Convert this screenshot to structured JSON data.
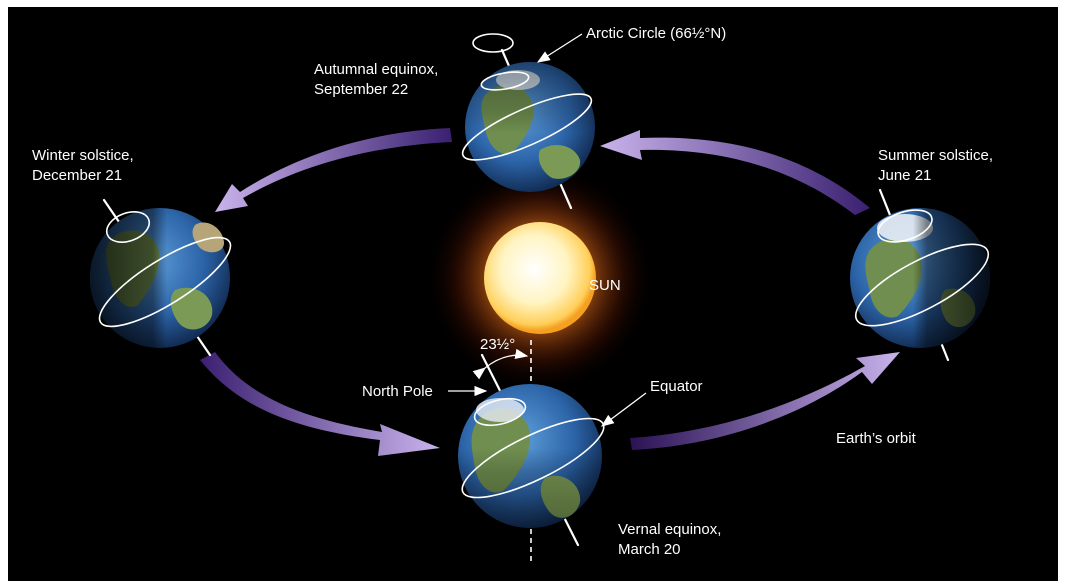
{
  "sun": {
    "label": "SUN"
  },
  "tilt": {
    "angle_label": "23½°"
  },
  "positions": {
    "autumnal": {
      "line1": "Autumnal equinox,",
      "line2": "September 22"
    },
    "winter": {
      "line1": "Winter solstice,",
      "line2": "December 21"
    },
    "summer": {
      "line1": "Summer solstice,",
      "line2": "June 21"
    },
    "vernal": {
      "line1": "Vernal equinox,",
      "line2": "March 20"
    }
  },
  "labels": {
    "arctic_circle": "Arctic Circle (66½°N)",
    "north_pole": "North Pole",
    "equator": "Equator",
    "orbit": "Earth’s orbit"
  },
  "colors": {
    "background": "#000000",
    "orbit_arrow": "#b89fe0",
    "ocean": "#2f6fb0",
    "land": "#6f8e4f",
    "sun_core": "#fff7d0",
    "sun_glow": "#ff7a1a"
  }
}
